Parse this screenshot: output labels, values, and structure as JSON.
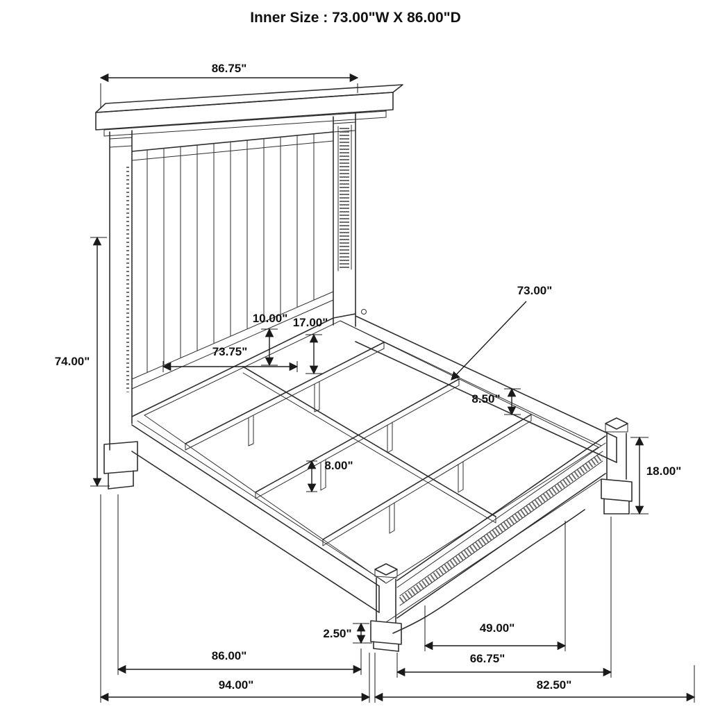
{
  "title": "Inner Size : 73.00\"W X 86.00\"D",
  "dimensions": {
    "headboard_width": "86.75\"",
    "headboard_height": "74.00\"",
    "headboard_panel_width": "73.75\"",
    "panel_bottom_rail": "10.00\"",
    "headboard_base_rail": "17.00\"",
    "slat_length": "73.00\"",
    "side_rail_height": "8.50\"",
    "slat_leg_height": "8.00\"",
    "footboard_height": "18.00\"",
    "base_trim_height": "2.50\"",
    "footboard_inner_width": "49.00\"",
    "frame_depth": "86.00\"",
    "footboard_outer_width": "66.75\"",
    "overall_depth": "94.00\"",
    "overall_width": "82.50\""
  },
  "colors": {
    "background": "#ffffff",
    "line": "#2e2e2e",
    "dimension": "#1a1a1a",
    "text": "#111111"
  }
}
